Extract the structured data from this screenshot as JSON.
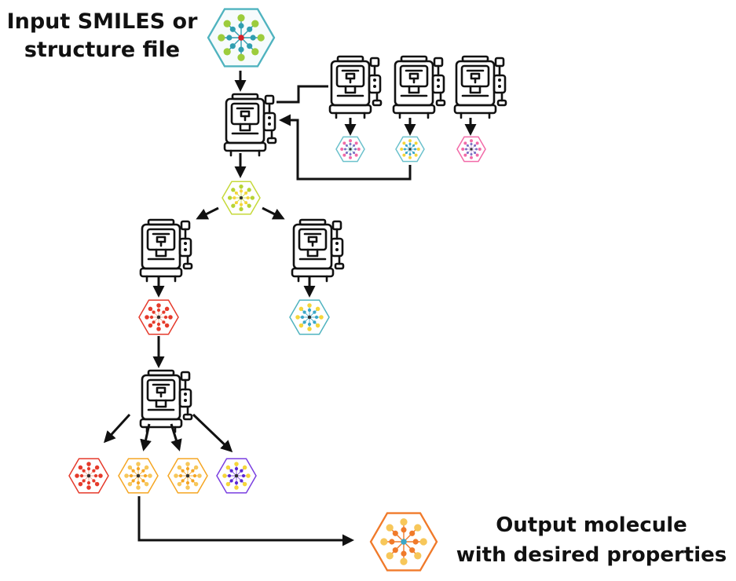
{
  "input_label": {
    "line1": "Input SMILES or",
    "line2": "structure file"
  },
  "output_label": {
    "line1": "Output molecule",
    "line2": "with desired properties"
  },
  "colors": {
    "ink": "#111111",
    "mol_input": {
      "border": "#4fb3bf",
      "fill": "#f6fbfc",
      "outer": "#9ccc3c",
      "mid": "#2f9eb0",
      "center": "#d6212b",
      "line": "#2f9eb0"
    },
    "mol_pink": {
      "border": "#6cc1cc",
      "fill": "#ffffff",
      "outer": "#f26aa8",
      "mid": "#7d6fc2",
      "center": "#333333",
      "line": "#8cd0d8"
    },
    "mol_yellowblue": {
      "border": "#6cc1cc",
      "fill": "#ffffff",
      "outer": "#f5d63a",
      "mid": "#3aa7c8",
      "center": "#333333",
      "line": "#3aa7c8"
    },
    "mol_pinkpurple": {
      "border": "#f26aa8",
      "fill": "#ffffff",
      "outer": "#f26aa8",
      "mid": "#7d6fc2",
      "center": "#333333",
      "line": "#c0a0d8"
    },
    "mol_green": {
      "border": "#c6d93a",
      "fill": "#ffffff",
      "outer": "#b7d433",
      "mid": "#f5d63a",
      "center": "#333333",
      "line": "#c6d93a"
    },
    "mol_red": {
      "border": "#e53a2b",
      "fill": "#ffffff",
      "outer": "#e53a2b",
      "mid": "#e53a2b",
      "center": "#333333",
      "line": "#f4a08a"
    },
    "mol_tealyellow": {
      "border": "#4fb3bf",
      "fill": "#ffffff",
      "outer": "#f5d63a",
      "mid": "#3aa7c8",
      "center": "#333333",
      "line": "#3aa7c8"
    },
    "mol_orange": {
      "border": "#f5a623",
      "fill": "#ffffff",
      "outer": "#f7c75a",
      "mid": "#f5a623",
      "center": "#333333",
      "line": "#f5a623"
    },
    "mol_purple": {
      "border": "#7a3fe0",
      "fill": "#ffffff",
      "outer": "#f5d63a",
      "mid": "#5b2ad6",
      "center": "#333333",
      "line": "#7a3fe0"
    },
    "mol_output": {
      "border": "#f07a2a",
      "fill": "#ffffff",
      "outer": "#f7c75a",
      "mid": "#f07a2a",
      "center": "#3aa7c8",
      "line": "#f07a2a"
    }
  },
  "icons": {
    "machine": "coffee-machine-icon",
    "molecule": "molecule-hexagon-icon"
  }
}
